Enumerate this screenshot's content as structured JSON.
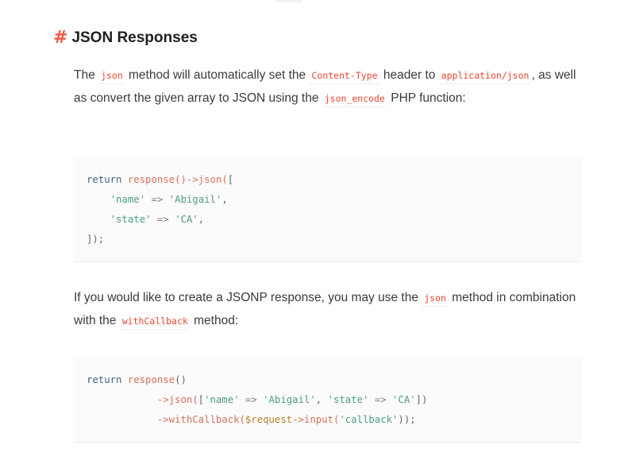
{
  "section": {
    "anchor": "#",
    "title": "JSON Responses"
  },
  "para1": {
    "t1": "The ",
    "c1": "json",
    "t2": " method will automatically set the ",
    "c2": "Content-Type",
    "t3": " header to ",
    "c3": "application/json",
    "t4": ", as well as convert the given array to JSON using the ",
    "c4": "json_encode",
    "t5": " PHP function:"
  },
  "code1": {
    "l1": {
      "kw": "return ",
      "fn": "response()->json(",
      "tail": "["
    },
    "l2": {
      "indent": "    ",
      "key": "'name'",
      "arrow": " => ",
      "val": "'Abigail'",
      "tail": ","
    },
    "l3": {
      "indent": "    ",
      "key": "'state'",
      "arrow": " => ",
      "val": "'CA'",
      "tail": ","
    },
    "l4": {
      "text": "]);"
    }
  },
  "para2": {
    "t1": "If you would like to create a JSONP response, you may use the ",
    "c1": "json",
    "t2": " method in combination with the ",
    "c2": "withCallback",
    "t3": " method:"
  },
  "code2": {
    "l1": {
      "kw": "return ",
      "fn": "response",
      "tail": "()"
    },
    "l2": {
      "indent": "            ",
      "fn": "->json(",
      "open": "[",
      "k1": "'name'",
      "a1": " => ",
      "v1": "'Abigail'",
      "sep": ", ",
      "k2": "'state'",
      "a2": " => ",
      "v2": "'CA'",
      "close": "])"
    },
    "l3": {
      "indent": "            ",
      "fn": "->withCallback(",
      "var": "$request",
      "fn2": "->input(",
      "arg": "'callback'",
      "close": "));"
    }
  },
  "colors": {
    "anchor": "#ef5a45",
    "inline_code": "#eb4432",
    "code_keyword": "#466580",
    "code_function": "#d4715d",
    "code_string": "#4e9d7b",
    "code_variable": "#b6822b",
    "code_background": "#fbfbfb"
  }
}
